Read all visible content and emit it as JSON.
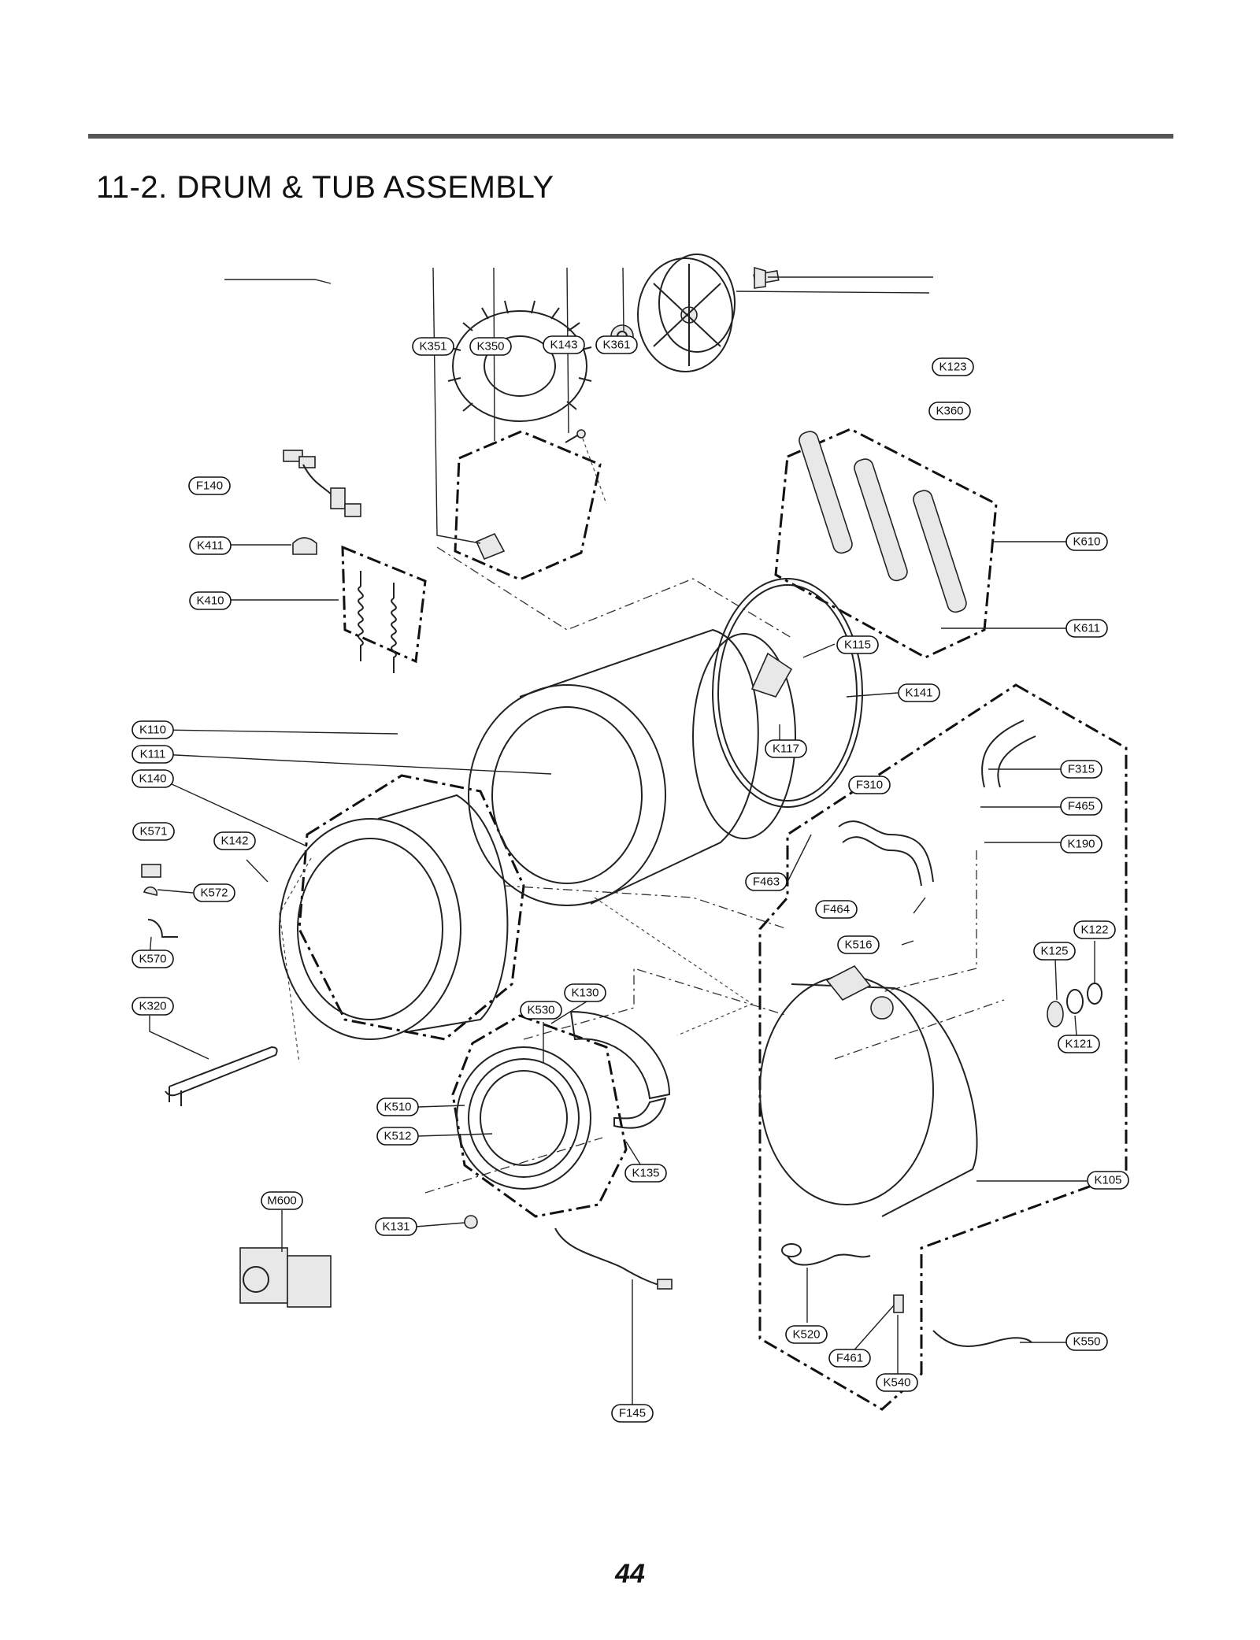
{
  "header": {
    "title": "11-2. DRUM & TUB ASSEMBLY"
  },
  "footer": {
    "page_number": "44"
  },
  "parts": [
    "K351",
    "K350",
    "K143",
    "K361",
    "K123",
    "K360",
    "F140",
    "K411",
    "K410",
    "K610",
    "K611",
    "K115",
    "K141",
    "K110",
    "K111",
    "K117",
    "K140",
    "F315",
    "F310",
    "F465",
    "K571",
    "K142",
    "K190",
    "F463",
    "K572",
    "F464",
    "K122",
    "K516",
    "K125",
    "K570",
    "K130",
    "K530",
    "K121",
    "K320",
    "K510",
    "K512",
    "K135",
    "K105",
    "M600",
    "K131",
    "K520",
    "F461",
    "K540",
    "K550",
    "F145"
  ]
}
